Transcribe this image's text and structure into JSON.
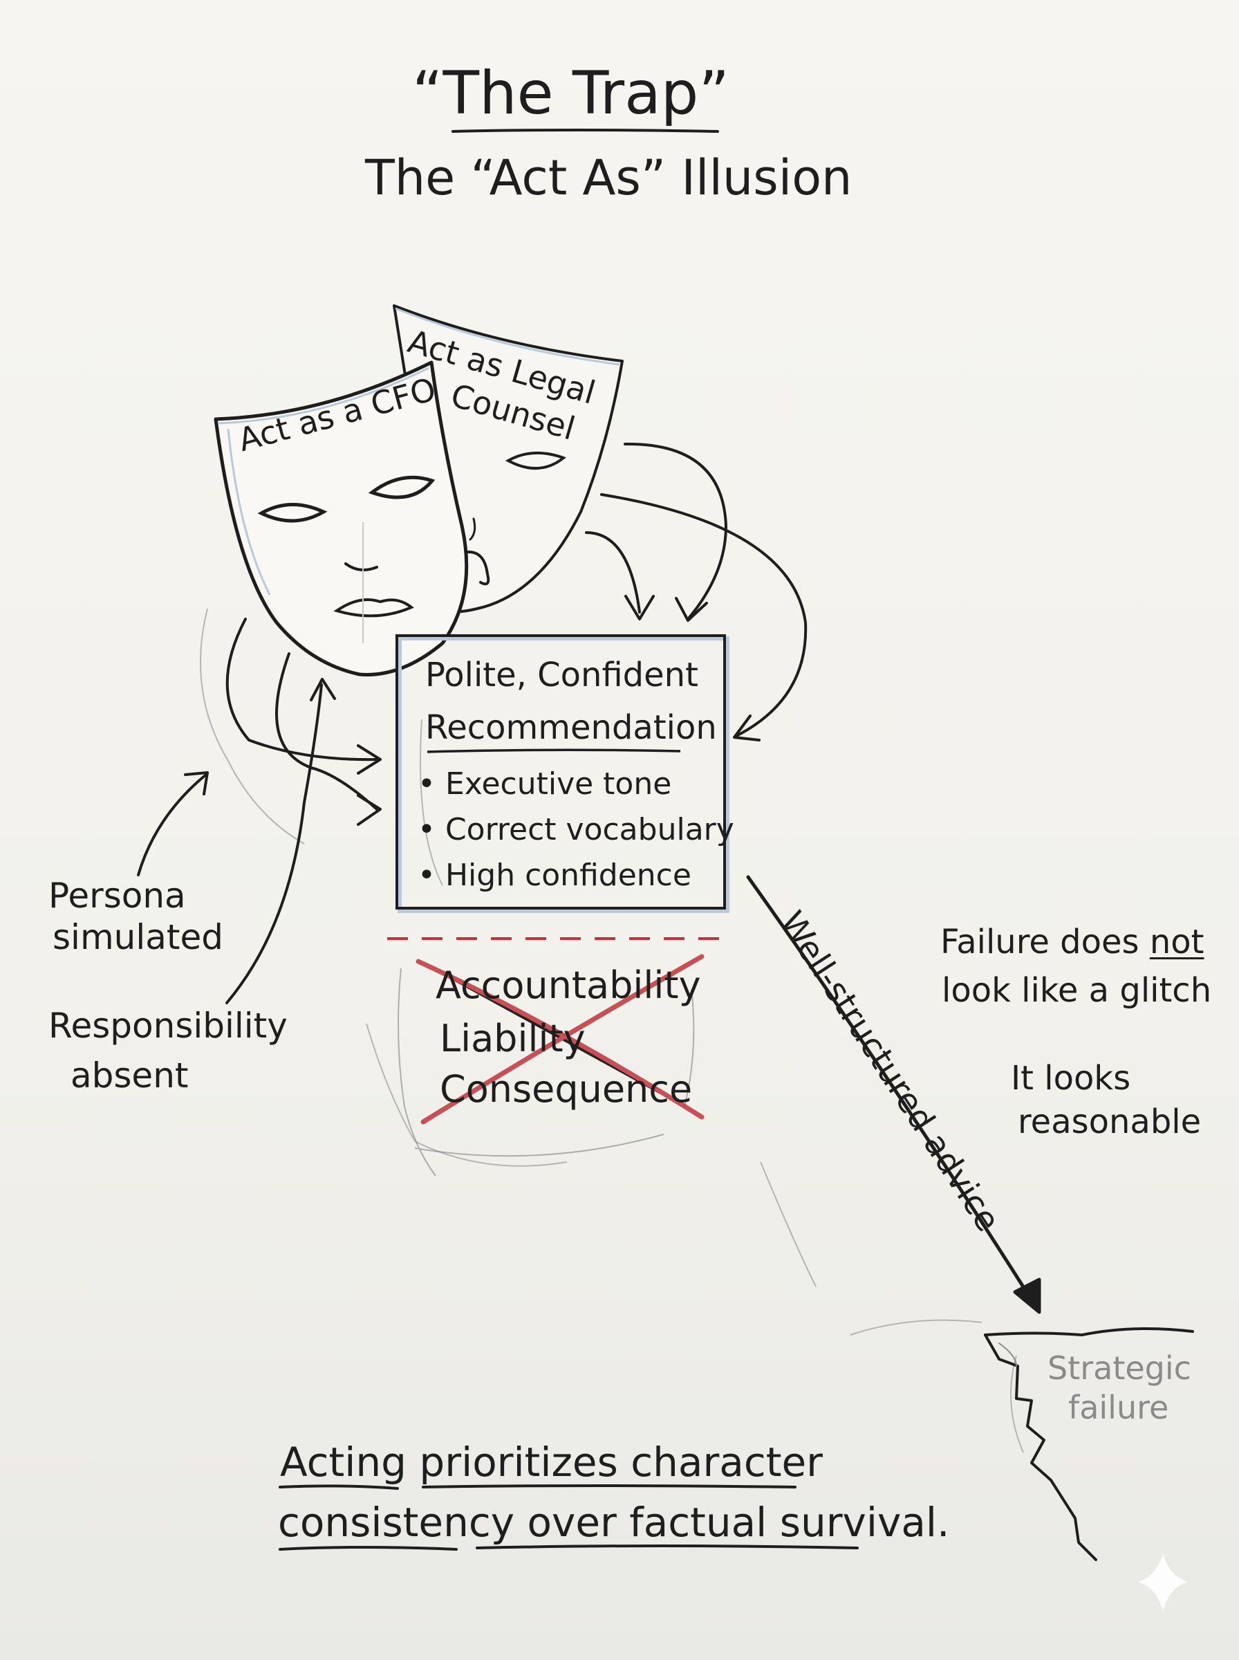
{
  "header": {
    "title": "“The Trap”",
    "subtitle": "The “Act As” Illusion"
  },
  "masks": {
    "front_label": "Act as a CFO",
    "back_label_line1": "Act as Legal",
    "back_label_line2": "Counsel"
  },
  "output_box": {
    "title_line1": "Polite, Confident",
    "title_line2": "Recommendation",
    "bullets": [
      "Executive tone",
      "Correct vocabulary",
      "High confidence"
    ]
  },
  "missing": {
    "items": [
      "Accountability",
      "Liability",
      "Consequence"
    ]
  },
  "left_notes": {
    "persona_line1": "Persona",
    "persona_line2": "simulated",
    "responsibility_line1": "Responsibility",
    "responsibility_line2": "absent"
  },
  "right_notes": {
    "failure_line1_prefix": "Failure does ",
    "failure_line1_emph": "not",
    "failure_line2": "look like a glitch",
    "looks_line1": "It looks",
    "looks_line2": "reasonable"
  },
  "arrow_label": "Well-structured advice",
  "cliff_label_line1": "Strategic",
  "cliff_label_line2": "failure",
  "footer": {
    "line1": "Acting prioritizes character",
    "line2": "consistency over factual survival."
  },
  "colors": {
    "ink": "#1e1e1e",
    "red": "#c0343b",
    "pale_blue": "#b9c9dc",
    "faint_gray": "#8a8a8a"
  }
}
